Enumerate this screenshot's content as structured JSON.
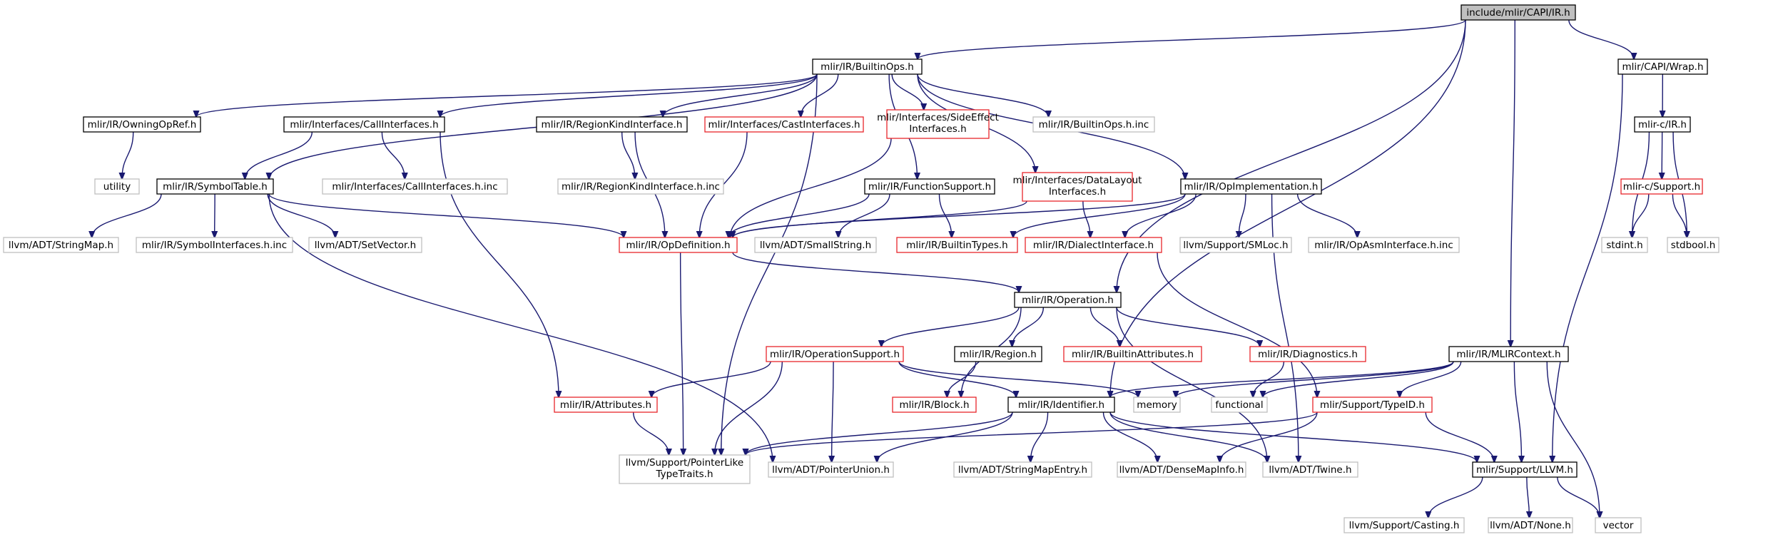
{
  "diagram": {
    "nodes": [
      {
        "id": "root",
        "label": "include/mlir/CAPI/IR.h",
        "kind": "root"
      },
      {
        "id": "builtinops",
        "label": "mlir/IR/BuiltinOps.h",
        "kind": "normal"
      },
      {
        "id": "capiwrap",
        "label": "mlir/CAPI/Wrap.h",
        "kind": "normal"
      },
      {
        "id": "owningopref",
        "label": "mlir/IR/OwningOpRef.h",
        "kind": "normal"
      },
      {
        "id": "callinterfaces",
        "label": "mlir/Interfaces/CallInterfaces.h",
        "kind": "normal"
      },
      {
        "id": "regionkind",
        "label": "mlir/IR/RegionKindInterface.h",
        "kind": "normal"
      },
      {
        "id": "castinterfaces",
        "label": "mlir/Interfaces/CastInterfaces.h",
        "kind": "truncated"
      },
      {
        "id": "sideeffect",
        "label": "mlir/Interfaces/SideEffect\nInterfaces.h",
        "kind": "truncated"
      },
      {
        "id": "builtinopsinc",
        "label": "mlir/IR/BuiltinOps.h.inc",
        "kind": "external"
      },
      {
        "id": "mlircir",
        "label": "mlir-c/IR.h",
        "kind": "normal"
      },
      {
        "id": "utility",
        "label": "utility",
        "kind": "external"
      },
      {
        "id": "callinterfacesinc",
        "label": "mlir/Interfaces/CallInterfaces.h.inc",
        "kind": "external"
      },
      {
        "id": "regionkindinc",
        "label": "mlir/IR/RegionKindInterface.h.inc",
        "kind": "external"
      },
      {
        "id": "symboltable",
        "label": "mlir/IR/SymbolTable.h",
        "kind": "normal"
      },
      {
        "id": "functionsupport",
        "label": "mlir/IR/FunctionSupport.h",
        "kind": "normal"
      },
      {
        "id": "datalayout",
        "label": "mlir/Interfaces/DataLayout\nInterfaces.h",
        "kind": "truncated"
      },
      {
        "id": "opimpl",
        "label": "mlir/IR/OpImplementation.h",
        "kind": "normal"
      },
      {
        "id": "mlircsupport",
        "label": "mlir-c/Support.h",
        "kind": "truncated"
      },
      {
        "id": "stringmap",
        "label": "llvm/ADT/StringMap.h",
        "kind": "external"
      },
      {
        "id": "symbolinterfacesinc",
        "label": "mlir/IR/SymbolInterfaces.h.inc",
        "kind": "external"
      },
      {
        "id": "setvector",
        "label": "llvm/ADT/SetVector.h",
        "kind": "external"
      },
      {
        "id": "opdefinition",
        "label": "mlir/IR/OpDefinition.h",
        "kind": "truncated"
      },
      {
        "id": "smallstring",
        "label": "llvm/ADT/SmallString.h",
        "kind": "external"
      },
      {
        "id": "builtintypes",
        "label": "mlir/IR/BuiltinTypes.h",
        "kind": "truncated"
      },
      {
        "id": "dialectinterface",
        "label": "mlir/IR/DialectInterface.h",
        "kind": "truncated"
      },
      {
        "id": "smloc",
        "label": "llvm/Support/SMLoc.h",
        "kind": "external"
      },
      {
        "id": "opasminc",
        "label": "mlir/IR/OpAsmInterface.h.inc",
        "kind": "external"
      },
      {
        "id": "stdint",
        "label": "stdint.h",
        "kind": "external"
      },
      {
        "id": "stdbool",
        "label": "stdbool.h",
        "kind": "external"
      },
      {
        "id": "operation",
        "label": "mlir/IR/Operation.h",
        "kind": "normal"
      },
      {
        "id": "opsupport",
        "label": "mlir/IR/OperationSupport.h",
        "kind": "truncated"
      },
      {
        "id": "region",
        "label": "mlir/IR/Region.h",
        "kind": "normal"
      },
      {
        "id": "builtinattrs",
        "label": "mlir/IR/BuiltinAttributes.h",
        "kind": "truncated"
      },
      {
        "id": "diagnostics",
        "label": "mlir/IR/Diagnostics.h",
        "kind": "truncated"
      },
      {
        "id": "mlircontext",
        "label": "mlir/IR/MLIRContext.h",
        "kind": "normal"
      },
      {
        "id": "attributes",
        "label": "mlir/IR/Attributes.h",
        "kind": "truncated"
      },
      {
        "id": "block",
        "label": "mlir/IR/Block.h",
        "kind": "truncated"
      },
      {
        "id": "identifier",
        "label": "mlir/IR/Identifier.h",
        "kind": "normal"
      },
      {
        "id": "memory",
        "label": "memory",
        "kind": "external"
      },
      {
        "id": "functional",
        "label": "functional",
        "kind": "external"
      },
      {
        "id": "typeid",
        "label": "mlir/Support/TypeID.h",
        "kind": "truncated"
      },
      {
        "id": "pointerlike",
        "label": "llvm/Support/PointerLike\nTypeTraits.h",
        "kind": "external"
      },
      {
        "id": "pointerunion",
        "label": "llvm/ADT/PointerUnion.h",
        "kind": "external"
      },
      {
        "id": "stringmapentry",
        "label": "llvm/ADT/StringMapEntry.h",
        "kind": "external"
      },
      {
        "id": "densemapinfo",
        "label": "llvm/ADT/DenseMapInfo.h",
        "kind": "external"
      },
      {
        "id": "twine",
        "label": "llvm/ADT/Twine.h",
        "kind": "external"
      },
      {
        "id": "llvmh",
        "label": "mlir/Support/LLVM.h",
        "kind": "normal"
      },
      {
        "id": "casting",
        "label": "llvm/Support/Casting.h",
        "kind": "external"
      },
      {
        "id": "none",
        "label": "llvm/ADT/None.h",
        "kind": "external"
      },
      {
        "id": "vector",
        "label": "vector",
        "kind": "external"
      }
    ],
    "edges": [
      [
        "root",
        "builtinops"
      ],
      [
        "root",
        "capiwrap"
      ],
      [
        "root",
        "operation"
      ],
      [
        "root",
        "identifier"
      ],
      [
        "root",
        "mlircontext"
      ],
      [
        "builtinops",
        "owningopref"
      ],
      [
        "builtinops",
        "callinterfaces"
      ],
      [
        "builtinops",
        "regionkind"
      ],
      [
        "builtinops",
        "castinterfaces"
      ],
      [
        "builtinops",
        "sideeffect"
      ],
      [
        "builtinops",
        "builtinopsinc"
      ],
      [
        "builtinops",
        "symboltable"
      ],
      [
        "builtinops",
        "functionsupport"
      ],
      [
        "builtinops",
        "datalayout"
      ],
      [
        "builtinops",
        "opimpl"
      ],
      [
        "builtinops",
        "pointerlike"
      ],
      [
        "capiwrap",
        "mlircir"
      ],
      [
        "capiwrap",
        "llvmh"
      ],
      [
        "owningopref",
        "utility"
      ],
      [
        "callinterfaces",
        "symboltable"
      ],
      [
        "callinterfaces",
        "callinterfacesinc"
      ],
      [
        "callinterfaces",
        "attributes"
      ],
      [
        "regionkind",
        "regionkindinc"
      ],
      [
        "regionkind",
        "opdefinition"
      ],
      [
        "castinterfaces",
        "opdefinition"
      ],
      [
        "sideeffect",
        "opdefinition"
      ],
      [
        "mlircir",
        "mlircsupport"
      ],
      [
        "mlircir",
        "stdint"
      ],
      [
        "mlircir",
        "stdbool"
      ],
      [
        "mlircsupport",
        "stdint"
      ],
      [
        "mlircsupport",
        "stdbool"
      ],
      [
        "symboltable",
        "stringmap"
      ],
      [
        "symboltable",
        "symbolinterfacesinc"
      ],
      [
        "symboltable",
        "setvector"
      ],
      [
        "symboltable",
        "opdefinition"
      ],
      [
        "symboltable",
        "pointerunion"
      ],
      [
        "functionsupport",
        "opdefinition"
      ],
      [
        "functionsupport",
        "smallstring"
      ],
      [
        "functionsupport",
        "builtintypes"
      ],
      [
        "datalayout",
        "opdefinition"
      ],
      [
        "datalayout",
        "dialectinterface"
      ],
      [
        "opimpl",
        "opdefinition"
      ],
      [
        "opimpl",
        "builtintypes"
      ],
      [
        "opimpl",
        "dialectinterface"
      ],
      [
        "opimpl",
        "smloc"
      ],
      [
        "opimpl",
        "opasminc"
      ],
      [
        "opimpl",
        "twine"
      ],
      [
        "opdefinition",
        "operation"
      ],
      [
        "opdefinition",
        "pointerlike"
      ],
      [
        "dialectinterface",
        "typeid"
      ],
      [
        "operation",
        "opsupport"
      ],
      [
        "operation",
        "region"
      ],
      [
        "operation",
        "builtinattrs"
      ],
      [
        "operation",
        "diagnostics"
      ],
      [
        "operation",
        "block"
      ],
      [
        "operation",
        "twine"
      ],
      [
        "opsupport",
        "attributes"
      ],
      [
        "opsupport",
        "identifier"
      ],
      [
        "opsupport",
        "memory"
      ],
      [
        "opsupport",
        "pointerlike"
      ],
      [
        "opsupport",
        "pointerunion"
      ],
      [
        "region",
        "block"
      ],
      [
        "diagnostics",
        "functional"
      ],
      [
        "mlircontext",
        "identifier"
      ],
      [
        "mlircontext",
        "memory"
      ],
      [
        "mlircontext",
        "functional"
      ],
      [
        "mlircontext",
        "typeid"
      ],
      [
        "mlircontext",
        "llvmh"
      ],
      [
        "mlircontext",
        "vector"
      ],
      [
        "attributes",
        "pointerlike"
      ],
      [
        "identifier",
        "pointerlike"
      ],
      [
        "identifier",
        "pointerunion"
      ],
      [
        "identifier",
        "stringmapentry"
      ],
      [
        "identifier",
        "densemapinfo"
      ],
      [
        "identifier",
        "twine"
      ],
      [
        "identifier",
        "llvmh"
      ],
      [
        "typeid",
        "pointerlike"
      ],
      [
        "typeid",
        "densemapinfo"
      ],
      [
        "typeid",
        "llvmh"
      ],
      [
        "llvmh",
        "casting"
      ],
      [
        "llvmh",
        "none"
      ],
      [
        "llvmh",
        "vector"
      ]
    ]
  }
}
